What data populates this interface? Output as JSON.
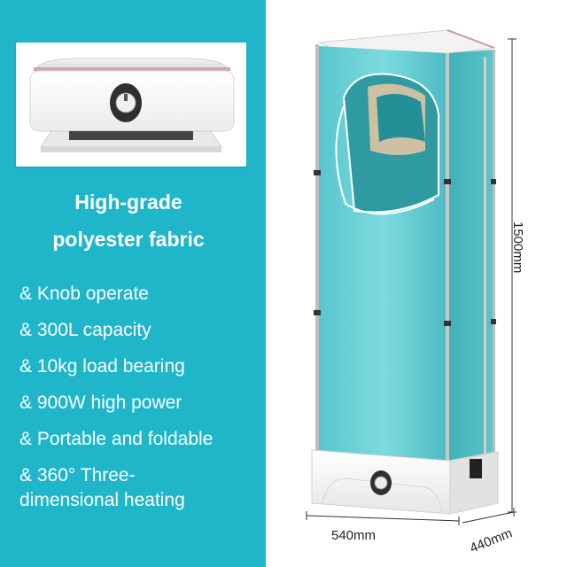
{
  "heading": {
    "line1": "High-grade",
    "line2": "polyester fabric"
  },
  "features": [
    {
      "bullet": "&",
      "text": "Knob operate"
    },
    {
      "bullet": "&",
      "text": "300L capacity"
    },
    {
      "bullet": "&",
      "text": "10kg load bearing"
    },
    {
      "bullet": "&",
      "text": "900W high power"
    },
    {
      "bullet": "&",
      "text": "Portable and foldable"
    },
    {
      "bullet": "&",
      "text": "360° Three-",
      "continuation": "dimensional heating"
    }
  ],
  "dimensions": {
    "height": "1500mm",
    "width": "540mm",
    "depth": "440mm"
  },
  "colors": {
    "panel": "#1fb6c9",
    "fabric": "#6fd3d9",
    "base": "#ffffff"
  },
  "icons": {
    "knob": "rotary-knob-icon"
  }
}
